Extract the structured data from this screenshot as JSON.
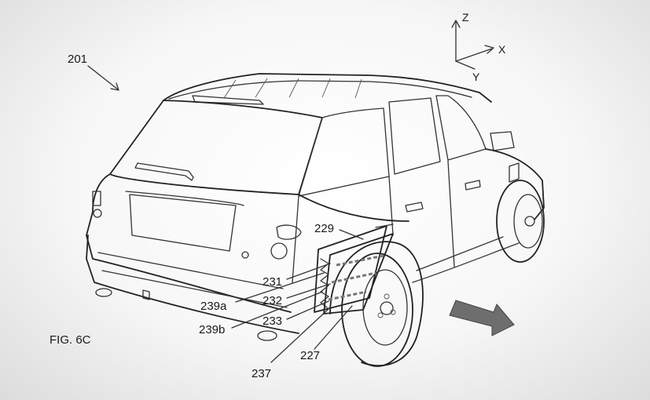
{
  "figure": {
    "caption": "FIG. 6C",
    "ref_vehicle": "201",
    "callouts": {
      "c229": "229",
      "c231": "231",
      "c239a": "239a",
      "c232": "232",
      "c239b": "239b",
      "c233": "233",
      "c227": "227",
      "c237": "237"
    },
    "axes": {
      "z": "Z",
      "x": "X",
      "y": "Y"
    },
    "colors": {
      "line": "#333333",
      "arrow_fill": "#6e6e6e",
      "background": "#f7f7f7"
    }
  }
}
